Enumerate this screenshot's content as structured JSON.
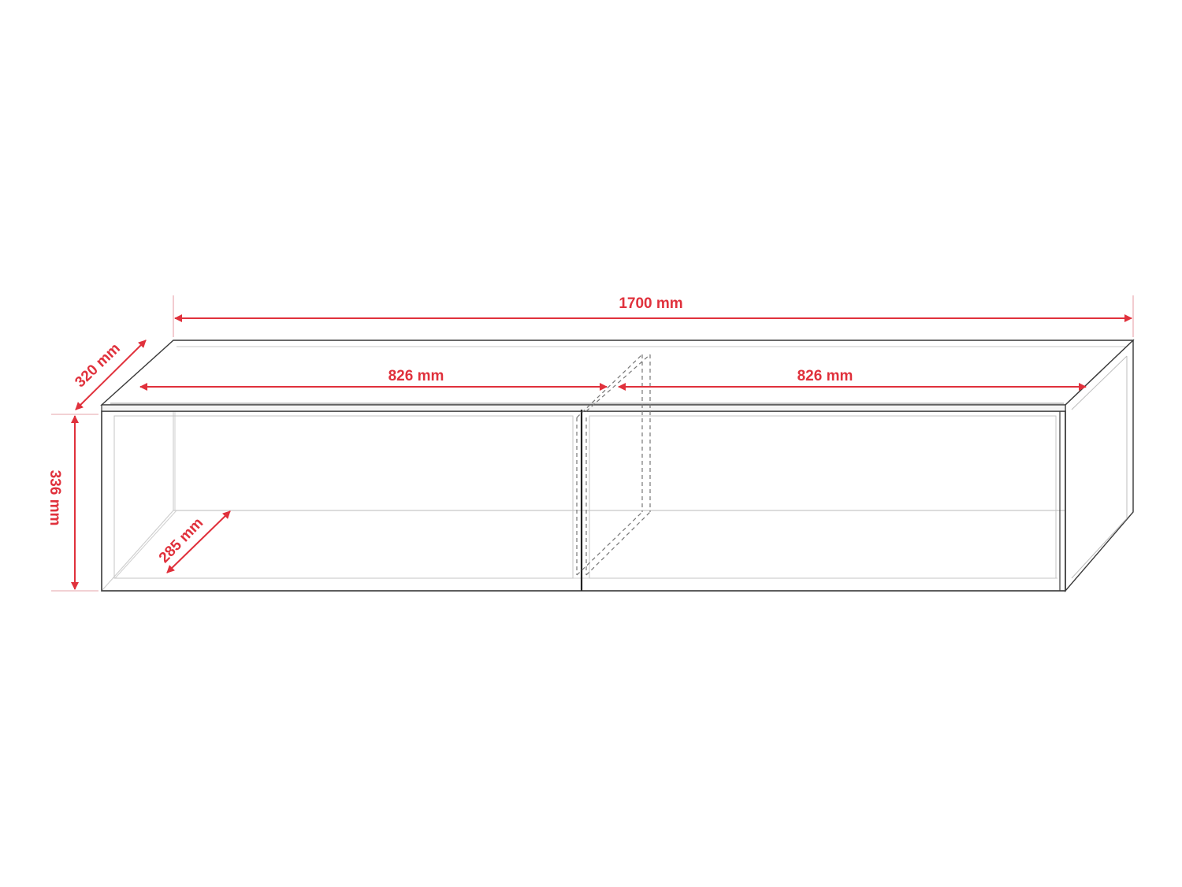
{
  "dimensions": {
    "total_width": "1700 mm",
    "left_compartment_width": "826 mm",
    "right_compartment_width": "826 mm",
    "outer_depth": "320 mm",
    "height": "336 mm",
    "inner_depth": "285 mm"
  },
  "colors": {
    "dimension": "#e0313c",
    "outline": "#3a3a3a",
    "panel_edge": "#b8b8b8",
    "hidden_line": "#777777",
    "background": "#ffffff"
  }
}
